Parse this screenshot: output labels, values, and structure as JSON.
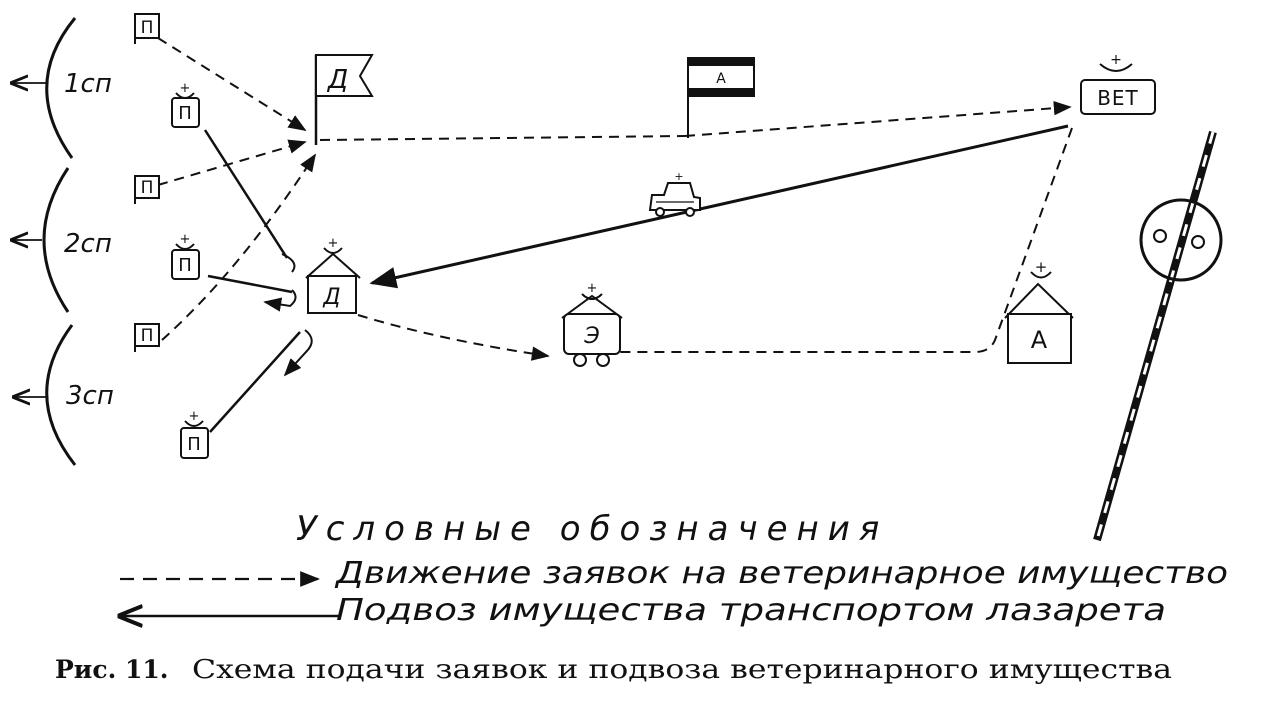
{
  "regiments": [
    {
      "label": "1сп"
    },
    {
      "label": "2сп"
    },
    {
      "label": "3сп"
    }
  ],
  "nodes": {
    "p_small_1": "П",
    "p_small_2": "П",
    "p_small_3": "П",
    "p_plus_1": "П",
    "p_plus_2": "П",
    "p_plus_3": "П",
    "div_flag": "Д",
    "div_post": "Д",
    "army_flag": "А",
    "vet": "ВЕТ",
    "evac": "Э",
    "army_post": "А"
  },
  "legend": {
    "title": "Условные обозначения",
    "dashed_label": "Движение заявок на ветеринарное имущество",
    "solid_label": "Подвоз имущества транспортом лазарета"
  },
  "caption": {
    "prefix": "Рис. 11.",
    "text": "Схема подачи заявок и подвоза ветеринарного имущества"
  }
}
